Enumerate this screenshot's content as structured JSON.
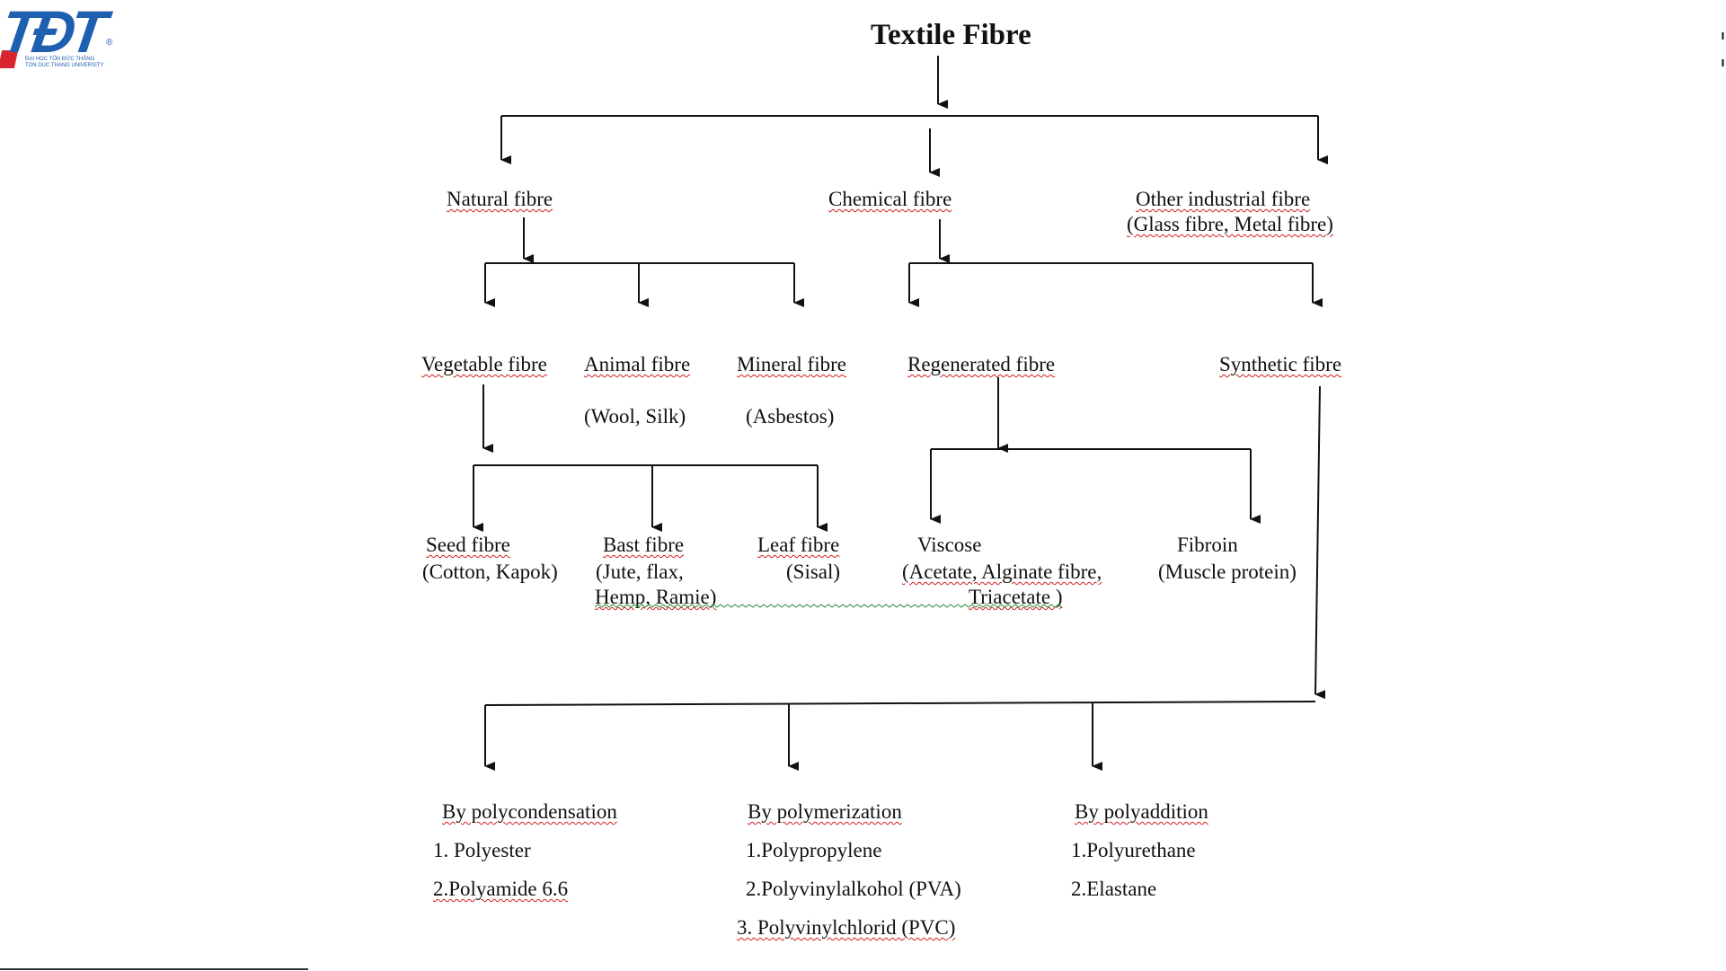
{
  "logo": {
    "mark": "TĐT",
    "registered": "®",
    "subtitle_line1": "ĐẠI HỌC TÔN ĐỨC THẮNG",
    "subtitle_line2": "TON DUC THANG UNIVERSITY"
  },
  "diagram": {
    "root": "Textile Fibre",
    "natural": "Natural fibre",
    "chemical": "Chemical fibre",
    "other_line1": "Other industrial fibre",
    "other_line2": "(Glass  fibre, Metal fibre)",
    "vegetable": "Vegetable fibre",
    "animal": "Animal fibre",
    "animal_examples": "(Wool, Silk)",
    "mineral": "Mineral fibre",
    "mineral_examples": "(Asbestos)",
    "regenerated": "Regenerated fibre",
    "synthetic": "Synthetic fibre",
    "seed": "Seed fibre",
    "seed_examples": "(Cotton, Kapok)",
    "bast": "Bast fibre",
    "bast_examples_1": "(Jute, flax,",
    "bast_examples_2": "Hemp, Ramie)",
    "leaf": "Leaf fibre",
    "leaf_examples": "(Sisal)",
    "viscose": "Viscose",
    "viscose_examples_1": "(Acetate, Alginate fibre,",
    "viscose_examples_2": "Triacetate )",
    "fibroin": "Fibroin",
    "fibroin_examples": "(Muscle protein)",
    "polycondensation": {
      "title": "By polycondensation",
      "items": [
        "1. Polyester",
        "2.Polyamide 6.6"
      ]
    },
    "polymerization": {
      "title": "By polymerization",
      "items": [
        "1.Polypropylene",
        "2.Polyvinylalkohol (PVA)",
        "3.  Polyvinylchlorid  (PVC)"
      ]
    },
    "polyaddition": {
      "title": "By polyaddition",
      "items": [
        "1.Polyurethane",
        "2.Elastane"
      ]
    }
  }
}
